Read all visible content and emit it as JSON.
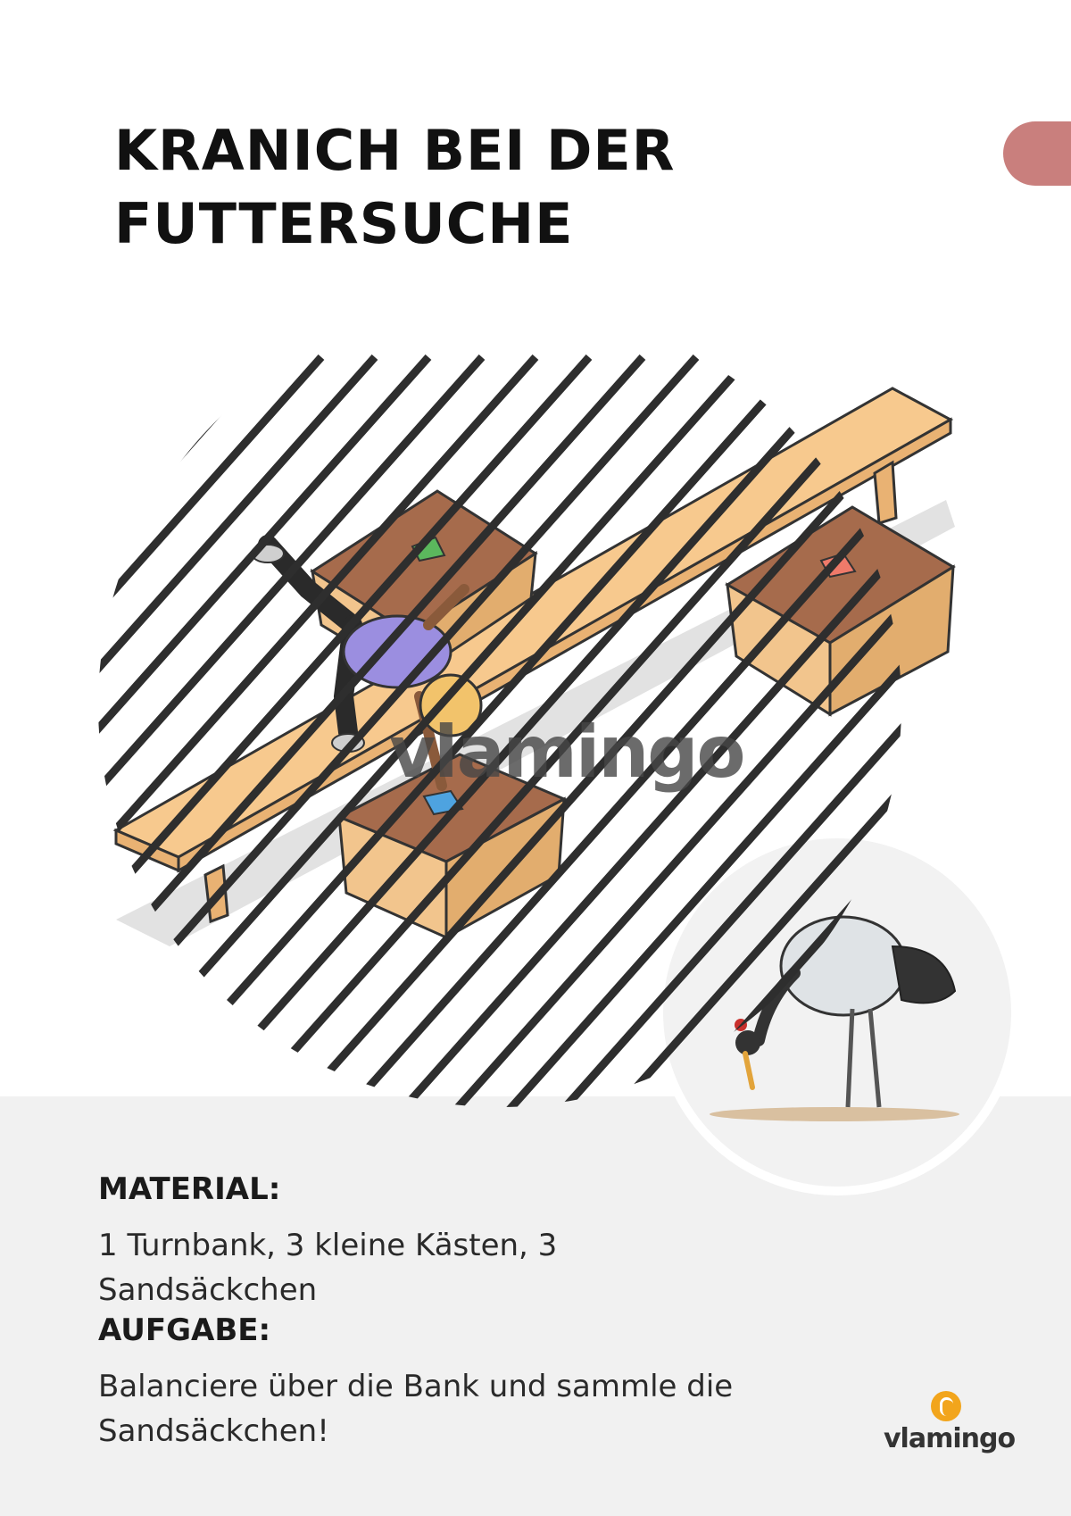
{
  "title": {
    "line1": "KRANICH BEI DER",
    "line2": "FUTTERSUCHE"
  },
  "material": {
    "heading": "MATERIAL:",
    "text": "1 Turnbank, 3 kleine Kästen, 3 Sandsäckchen"
  },
  "task": {
    "heading": "AUFGABE:",
    "text": "Balanciere über die Bank und sammle die Sandsäckchen!"
  },
  "watermark": "vlamingo",
  "brand": "vlamingo",
  "colors": {
    "accent_tab": "#c97f7d",
    "panel": "#f1f1f1",
    "box_top": "#a66b4c",
    "wood": "#f7c98e",
    "shirt": "#9b8ee0",
    "sandbag_green": "#5bb85d",
    "sandbag_red": "#ef7a6a",
    "sandbag_blue": "#4ea3e0",
    "brand_orange": "#f2a51c"
  },
  "icons": [
    "crane-illustration",
    "balance-bench-illustration",
    "vlamingo-logo-icon"
  ]
}
